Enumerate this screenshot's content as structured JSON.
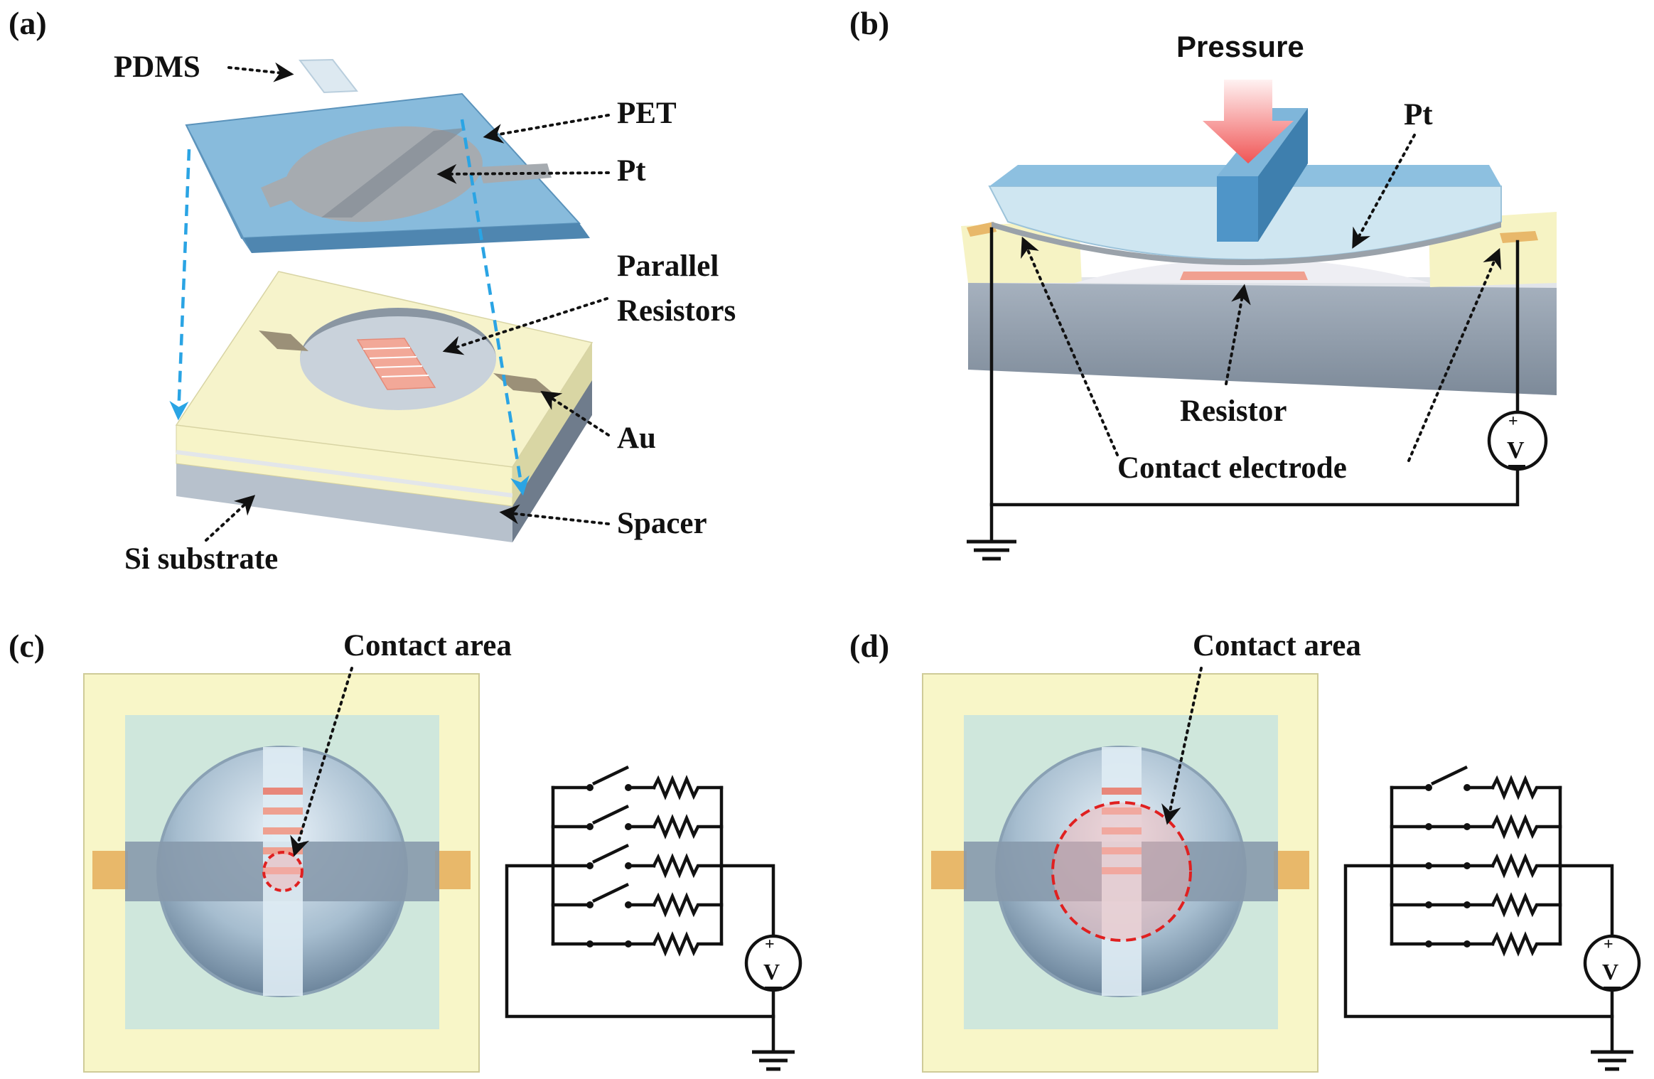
{
  "panels": {
    "a": {
      "tag": "(a)",
      "labels": {
        "pdms": "PDMS",
        "pet": "PET",
        "pt": "Pt",
        "parallel": "Parallel",
        "resistors": "Resistors",
        "au": "Au",
        "spacer": "Spacer",
        "si": "Si substrate"
      }
    },
    "b": {
      "tag": "(b)",
      "labels": {
        "pressure": "Pressure",
        "pt": "Pt",
        "resistor": "Resistor",
        "contact": "Contact electrode",
        "volt": "V"
      }
    },
    "c": {
      "tag": "(c)",
      "labels": {
        "contact_area": "Contact area",
        "volt": "V"
      }
    },
    "d": {
      "tag": "(d)",
      "labels": {
        "contact_area": "Contact area",
        "volt": "V"
      }
    }
  },
  "colors": {
    "spacer": "#f7f4c8",
    "silicon": "#8f9cab",
    "pet": "#7fb4d6",
    "pt": "#a4a9ae",
    "resistor": "#f0a090",
    "gold": "#e8b86a",
    "pressure_arrow": "#f06060",
    "dash_cyan": "#2aa4e4",
    "contact_ring": "#e02020"
  }
}
